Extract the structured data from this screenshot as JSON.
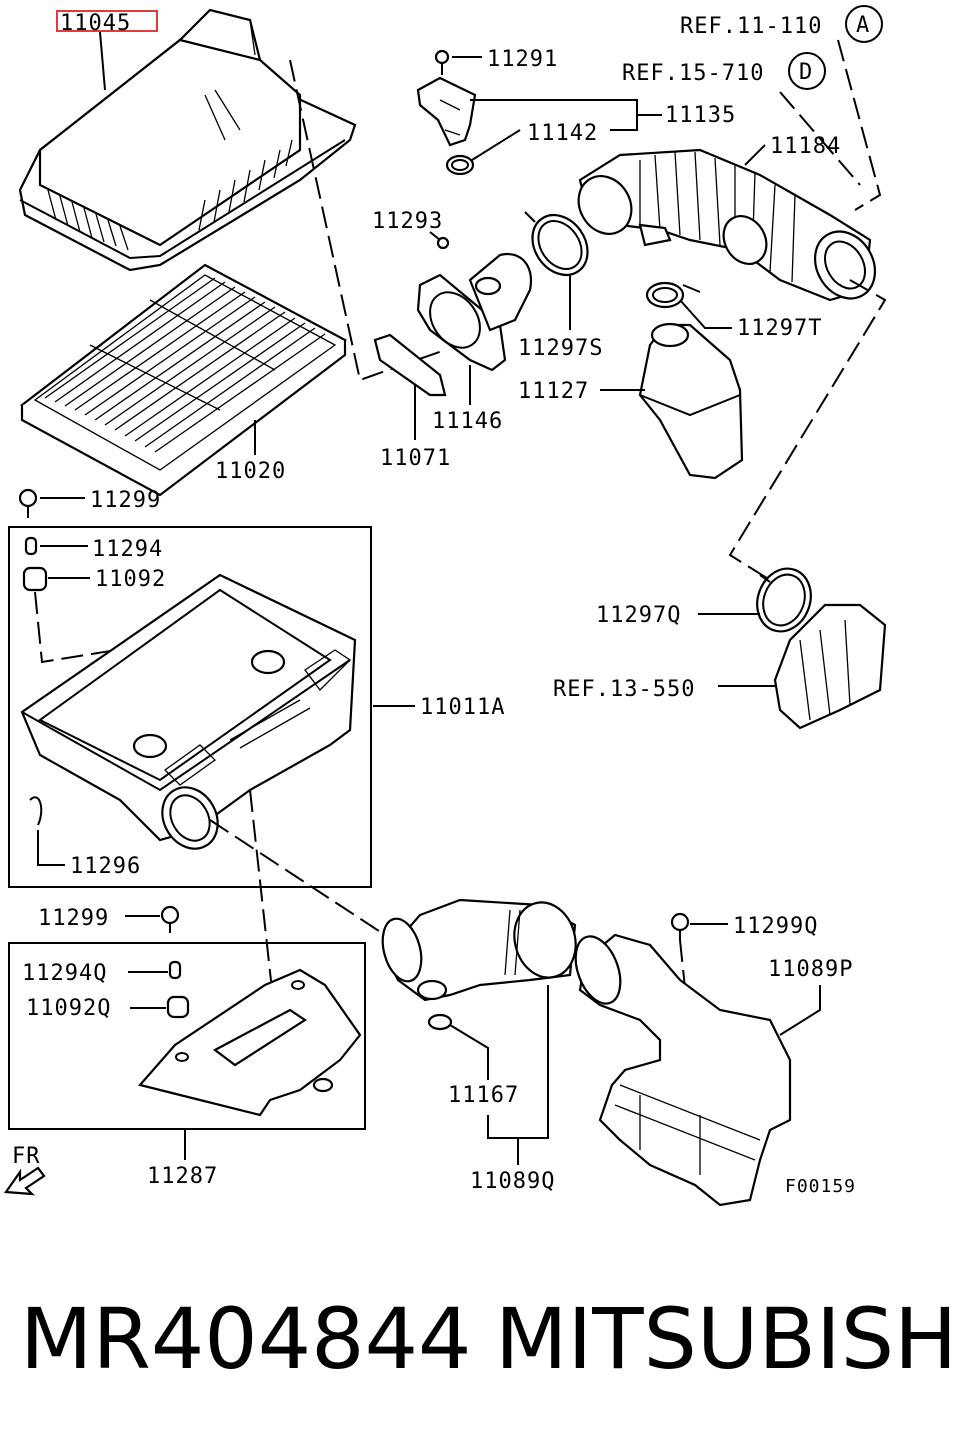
{
  "callouts": {
    "p11045": "11045",
    "p11291": "11291",
    "p11135": "11135",
    "p11142": "11142",
    "p11184": "11184",
    "p11293": "11293",
    "p11297S": "11297S",
    "p11297T": "11297T",
    "p11127": "11127",
    "p11146": "11146",
    "p11071": "11071",
    "p11020": "11020",
    "p11299_top": "11299",
    "p11294": "11294",
    "p11092": "11092",
    "p11011A": "11011A",
    "p11296": "11296",
    "p11297Q": "11297Q",
    "p11299_mid": "11299",
    "p11294Q": "11294Q",
    "p11092Q": "11092Q",
    "p11299Q": "11299Q",
    "p11089P": "11089P",
    "p11167": "11167",
    "p11287": "11287",
    "p11089Q": "11089Q"
  },
  "references": {
    "ref_a_text": "REF.11-110",
    "ref_a_badge": "A",
    "ref_d_text": "REF.15-710",
    "ref_d_badge": "D",
    "ref_13": "REF.13-550"
  },
  "direction_label": "FR",
  "figure_code": "F00159",
  "footer": {
    "part_number": "MR404844",
    "brand": "MITSUBISHI"
  },
  "colors": {
    "highlight_box": "#e23b3b",
    "ink": "#000000"
  }
}
